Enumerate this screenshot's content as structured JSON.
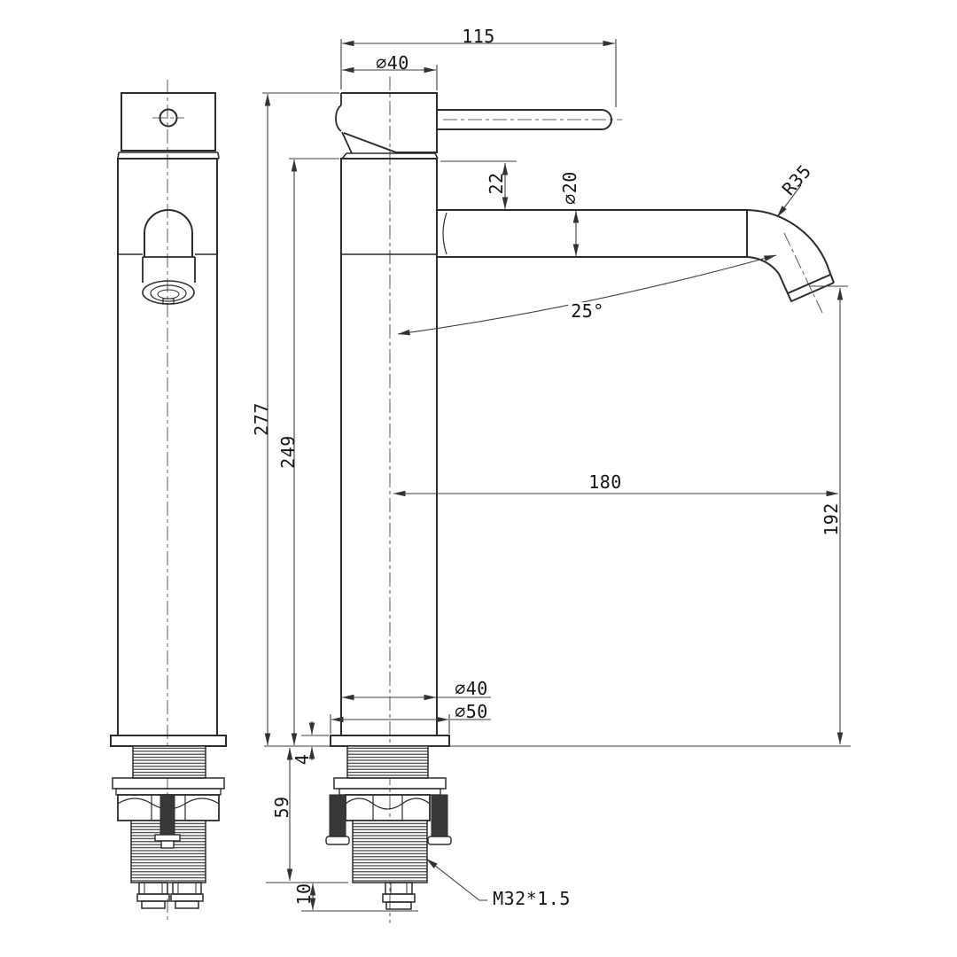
{
  "drawing": {
    "title_hint": "basin mixer tap dimensional drawing",
    "colors": {
      "background": "#ffffff",
      "outline": "#2b2b2b",
      "dimension": "#3d3d3d",
      "centerline": "#666666"
    },
    "dimensions": {
      "handle_width": "115",
      "cap_diameter": "∅40",
      "spout_offset": "22",
      "spout_diameter": "∅20",
      "bend_radius": "R35",
      "spout_angle": "25°",
      "total_height": "277",
      "body_height": "249",
      "spout_reach": "180",
      "outlet_height": "192",
      "body_diameter": "∅40",
      "flange_diameter": "∅50",
      "flange_thickness": "4",
      "shank_length": "59",
      "tail_length": "10",
      "thread_spec": "M32*1.5"
    }
  }
}
